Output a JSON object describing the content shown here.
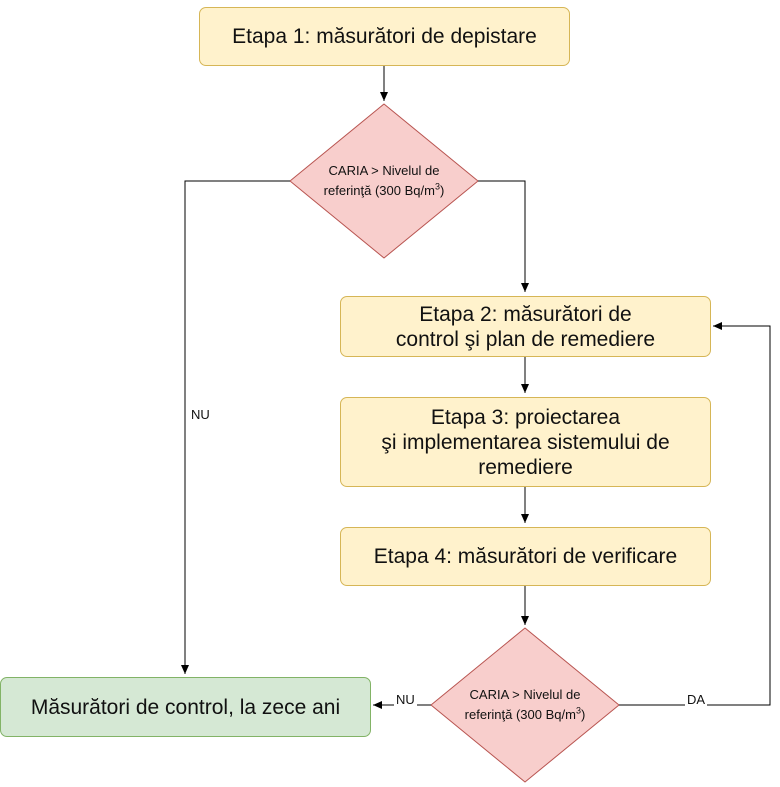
{
  "nodes": {
    "stage1": "Etapa 1: măsurători de depistare",
    "stage2_line1": "Etapa 2: măsurători de",
    "stage2_line2": "control şi plan de remediere",
    "stage3_line1": "Etapa 3: proiectarea",
    "stage3_line2": "şi implementarea sistemului de",
    "stage3_line3": "remediere",
    "stage4": "Etapa 4: măsurători de verificare",
    "final": "Măsurători de control, la zece ani"
  },
  "decisions": {
    "decision1": {
      "line1": "CARIA > Nivelul de",
      "line2_prefix": "referinţă (300 Bq/m",
      "superscript": "3",
      "line2_suffix": ")"
    },
    "decision2": {
      "line1": "CARIA > Nivelul de",
      "line2_prefix": "referinţă (300 Bq/m",
      "superscript": "3",
      "line2_suffix": ")"
    }
  },
  "edges": {
    "no_label_1": "NU",
    "no_label_2": "NU",
    "yes_label": "DA"
  },
  "colors": {
    "process_fill": "#fff2cc",
    "process_stroke": "#d6b656",
    "decision_fill": "#f8cecc",
    "decision_stroke": "#b85450",
    "terminal_fill": "#d5e8d4",
    "terminal_stroke": "#82b366"
  }
}
